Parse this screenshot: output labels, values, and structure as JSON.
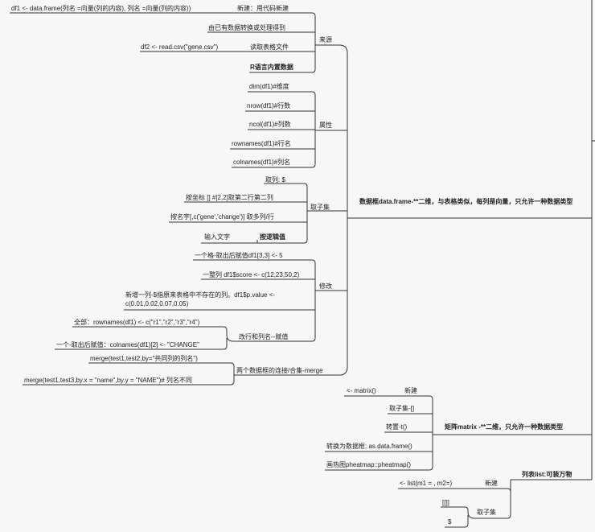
{
  "mindmap": {
    "dataframe": {
      "title": "数据框data.frame-**二维，与表格类似，每列是向量，只允许一种数据类型",
      "source": {
        "label": "来源",
        "new_label": "新建：用代码新建",
        "new_code": "df1 <- data.frame(列名 =向量(列的内容), 列名 =向量(列的内容))",
        "convert": "由已有数据转换或处理得到",
        "read_label": "读取表格文件",
        "read_code": "df2 <- read.csv(\"gene.csv\")",
        "builtin": "R语言内置数据"
      },
      "attributes": {
        "label": "属性",
        "items": [
          "dim(df1)#维度",
          "nrow(df1)#行数",
          "ncol(df1)#列数",
          "rownames(df1)#行名",
          "colnames(df1)#列名"
        ]
      },
      "subset": {
        "label": "取子集",
        "col": "取列: $",
        "coord": "按坐标 [] #[2,2]取第二行第二列",
        "byname": "按名字[,c('gene','change')] 取多列/行",
        "logical": "按逻辑值",
        "logical_note": "输入文字"
      },
      "modify": {
        "label": "修改",
        "cell": "一个格-取出后赋值df1[3,3] <- 5",
        "column": "一整列 df1$score <- c(12,23,50,2)",
        "newcol": "新增一列-$指原来表格中不存在的列。df1$p.value <- c(0.01,0.02,0.07,0.05)",
        "rowcol_label": "改行和列名--赋值",
        "all": "全部：rownames(df1) <- c(\"r1\",\"r2\",\"r3\",\"r4\")",
        "single": "一个-取出后赋值：colnames(df1)[2] <- \"CHANGE\""
      },
      "merge": {
        "label": "两个数据框的连接/合集-merge",
        "same": "merge(test1,test2,by=\"共同列的列名\")",
        "diff": "merge(test1,test3,by.x = \"name\",by.y = \"NAME\")# 列名不同"
      }
    },
    "matrix": {
      "title": "矩阵matrix -**二维，只允许一种数据类型",
      "new_label": "新建",
      "new_code": "<- matrix()",
      "subset": "取子集-[]",
      "transpose": "转置-t()",
      "convert": "转换为数据框: as.data.frame()",
      "heatmap": "画热图pheatmap::pheatmap()"
    },
    "list": {
      "title": "列表list:可装万物",
      "new_label": "新建",
      "new_code": "<- list(m1 = , m2=)",
      "subset_label": "取子集",
      "double_bracket": "[[]]",
      "dollar": "$"
    }
  }
}
